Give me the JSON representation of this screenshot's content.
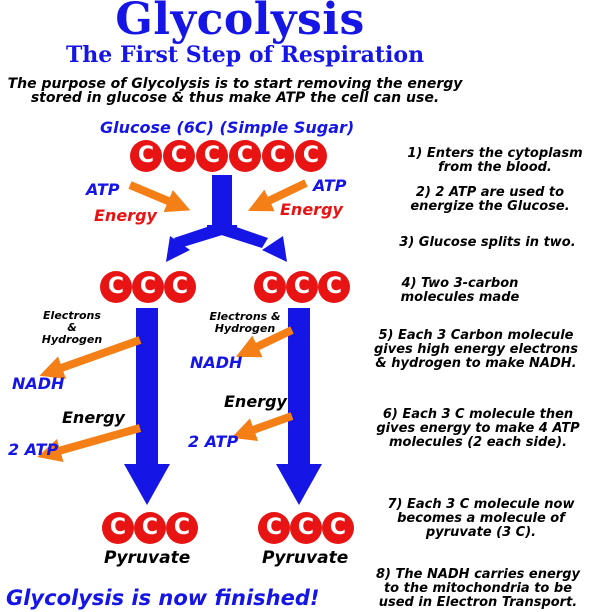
{
  "title": "Glycolysis",
  "subtitle": "The First Step of Respiration",
  "purpose_lines": [
    "The purpose of Glycolysis is to start removing the energy",
    "stored in glucose & thus make ATP the cell can use."
  ],
  "glucose_label": "Glucose (6C) (Simple Sugar)",
  "carbon_letter": "C",
  "atp_label": "ATP",
  "energy_label": "Energy",
  "electrons_label_left": [
    "Electrons",
    "&",
    "Hydrogen"
  ],
  "electrons_label_right": [
    "Electrons &",
    "Hydrogen"
  ],
  "nadh_label": "NADH",
  "two_atp_label": "2 ATP",
  "pyruvate_label": "Pyruvate",
  "steps": [
    [
      "1) Enters the cytoplasm",
      "from the blood."
    ],
    [
      "2) 2 ATP are used to",
      "energize the Glucose."
    ],
    [
      "3) Glucose splits in two."
    ],
    [
      "4) Two 3-carbon",
      "molecules made"
    ],
    [
      "5) Each 3 Carbon molecule",
      "gives high energy electrons",
      "& hydrogen to make NADH."
    ],
    [
      "6) Each 3 C molecule then",
      "gives energy to make 4 ATP",
      "molecules (2 each side)."
    ],
    [
      "7) Each 3 C molecule now",
      "becomes a molecule of",
      "pyruvate (3 C)."
    ],
    [
      "8) The NADH carries energy",
      "to the mitochondria to be",
      "used in Electron Transport."
    ]
  ],
  "footer": "Glycolysis is now finished!",
  "colors": {
    "blue": "#1515e6",
    "red": "#e81414",
    "orange": "#f57f17"
  }
}
